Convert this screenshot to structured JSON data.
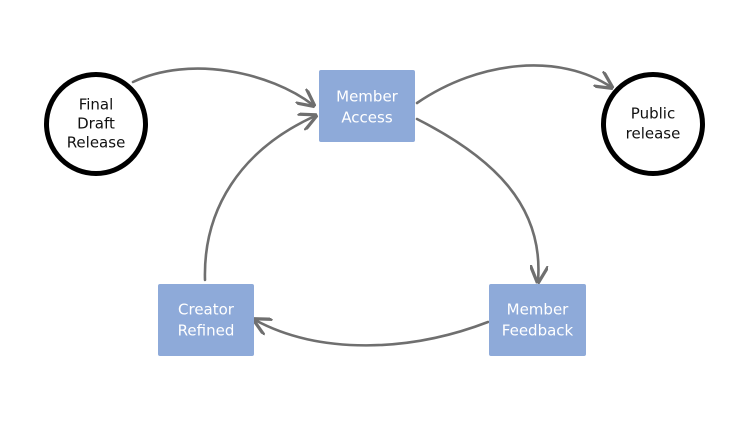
{
  "diagram": {
    "colors": {
      "box_fill": "#8eaad9",
      "box_text": "#ffffff",
      "circle_stroke": "#000000",
      "circle_fill": "#ffffff",
      "circle_text": "#111111",
      "arrow": "#6f6f6f"
    },
    "nodes": {
      "final_draft_release": {
        "lines": [
          "Final",
          "Draft",
          "Release"
        ]
      },
      "member_access": {
        "lines": [
          "Member",
          "Access"
        ]
      },
      "public_release": {
        "lines": [
          "Public",
          "release"
        ]
      },
      "member_feedback": {
        "lines": [
          "Member",
          "Feedback"
        ]
      },
      "creator_refined": {
        "lines": [
          "Creator",
          "Refined"
        ]
      }
    },
    "edges": [
      {
        "from": "final_draft_release",
        "to": "member_access"
      },
      {
        "from": "member_access",
        "to": "public_release"
      },
      {
        "from": "member_access",
        "to": "member_feedback"
      },
      {
        "from": "member_feedback",
        "to": "creator_refined"
      },
      {
        "from": "creator_refined",
        "to": "member_access"
      }
    ]
  }
}
